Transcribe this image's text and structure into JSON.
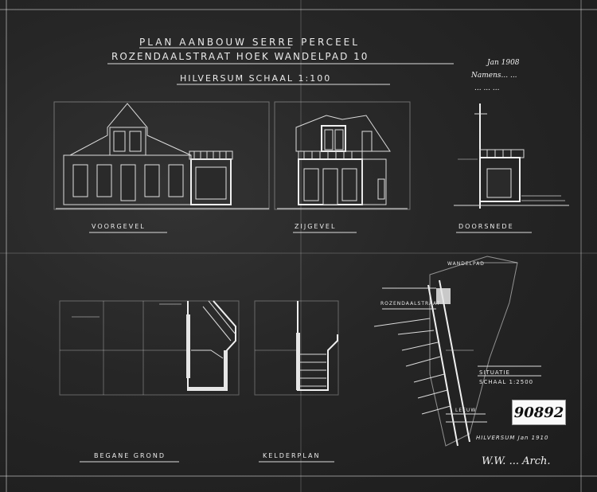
{
  "title": {
    "line1": "PLAN AANBOUW SERRE PERCEEL",
    "line2": "ROZENDAALSTRAAT HOEK WANDELPAD 10",
    "line3": "HILVERSUM SCHAAL 1:100"
  },
  "views": {
    "front": "VOORGEVEL",
    "side": "ZIJGEVEL",
    "section": "DOORSNEDE",
    "ground_floor": "BEGANE GROND",
    "basement": "KELDERPLAN"
  },
  "situation": {
    "title": "SITUATIE",
    "scale": "SCHAAL 1:2500",
    "street_labels": [
      "WANDELPAD",
      "ROZENDAALSTRAAT",
      "LEEUW"
    ]
  },
  "annotation": {
    "line1": "Jan 1908",
    "line2": "Namens... ...",
    "line3": "... ... ..."
  },
  "place_date": "HILVERSUM Jan 1910",
  "archive_number": "90892",
  "signature": "W.W. ... Arch."
}
